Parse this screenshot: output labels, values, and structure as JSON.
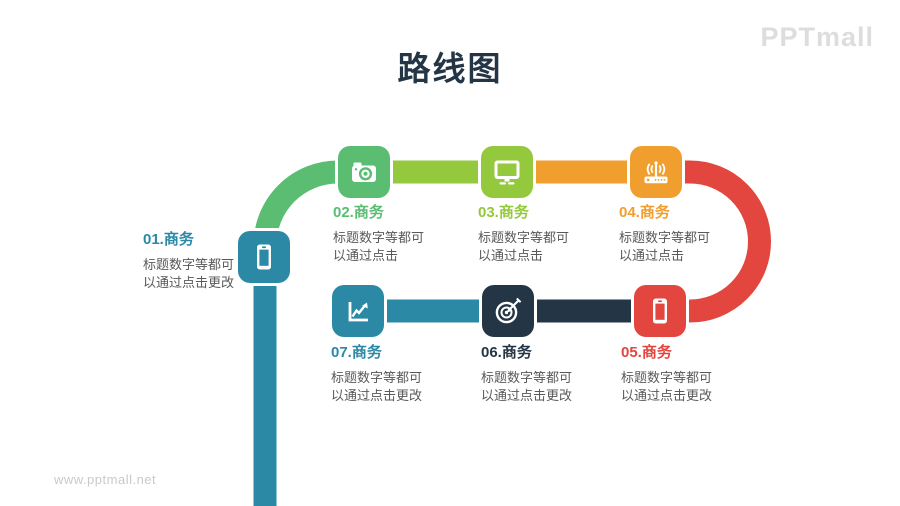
{
  "title": "路线图",
  "brand": {
    "logo": "PPTmall",
    "watermark": "www.pptmall.net"
  },
  "colors": {
    "teal": "#2B89A6",
    "green": "#5ABD72",
    "yellowgreen": "#94C83D",
    "orange": "#F09E2E",
    "red": "#E2463E",
    "navy": "#243546",
    "desc-gray": "#595959",
    "logo-gray": "#DDDDDD",
    "watermark-gray": "#C9C9C9"
  },
  "steps": [
    {
      "label": "01.商务",
      "desc": "标题数字等都可\n以通过点击更改",
      "icon": "smartphone-icon",
      "color": "teal"
    },
    {
      "label": "02.商务",
      "desc": "标题数字等都可\n以通过点击",
      "icon": "camera-icon",
      "color": "green"
    },
    {
      "label": "03.商务",
      "desc": "标题数字等都可\n以通过点击",
      "icon": "monitor-icon",
      "color": "yellowgreen"
    },
    {
      "label": "04.商务",
      "desc": "标题数字等都可\n以通过点击",
      "icon": "router-icon",
      "color": "orange"
    },
    {
      "label": "05.商务",
      "desc": "标题数字等都可\n以通过点击更改",
      "icon": "smartphone-icon",
      "color": "red"
    },
    {
      "label": "06.商务",
      "desc": "标题数字等都可\n以通过点击更改",
      "icon": "target-icon",
      "color": "navy"
    },
    {
      "label": "07.商务",
      "desc": "标题数字等都可\n以通过点击更改",
      "icon": "chart-icon",
      "color": "teal"
    }
  ]
}
